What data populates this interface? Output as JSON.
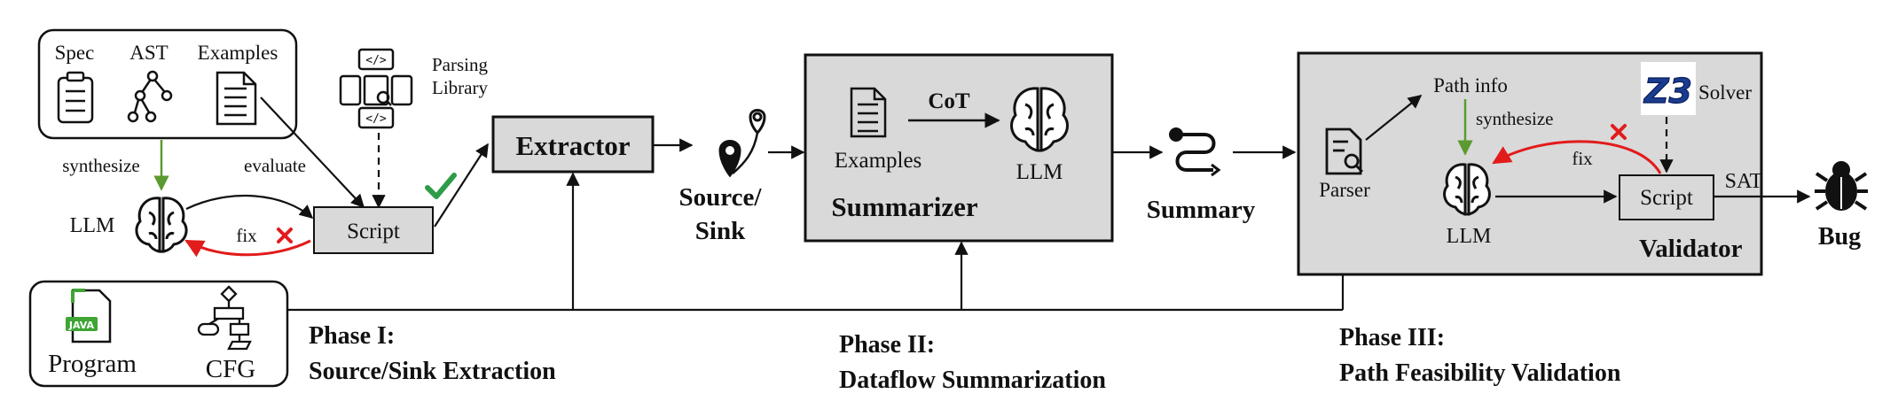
{
  "inputs": {
    "spec": "Spec",
    "ast": "AST",
    "examples": "Examples",
    "parsing_library_line1": "Parsing",
    "parsing_library_line2": "Library"
  },
  "phase1": {
    "synthesize": "synthesize",
    "evaluate": "evaluate",
    "llm": "LLM",
    "fix": "fix",
    "script": "Script",
    "extractor": "Extractor",
    "source_sink_line1": "Source/",
    "source_sink_line2": "Sink",
    "title_line1": "Phase I:",
    "title_line2": "Source/Sink Extraction"
  },
  "program": {
    "program": "Program",
    "cfg": "CFG",
    "java_badge": "JAVA"
  },
  "phase2": {
    "examples": "Examples",
    "cot": "CoT",
    "llm": "LLM",
    "summarizer": "Summarizer",
    "summary": "Summary",
    "title_line1": "Phase II:",
    "title_line2": "Dataflow Summarization"
  },
  "phase3": {
    "path_info": "Path info",
    "z3": "Z3",
    "solver": "Solver",
    "synthesize": "synthesize",
    "fix": "fix",
    "parser": "Parser",
    "llm": "LLM",
    "script": "Script",
    "sat": "SAT",
    "validator": "Validator",
    "bug": "Bug",
    "title_line1": "Phase III:",
    "title_line2": "Path Feasibility Validation"
  },
  "colors": {
    "box_fill": "#d9d9d9",
    "green": "#5a9a2f",
    "red": "#e21b1b",
    "check": "#2e9c4a",
    "java_green": "#3fa535"
  }
}
